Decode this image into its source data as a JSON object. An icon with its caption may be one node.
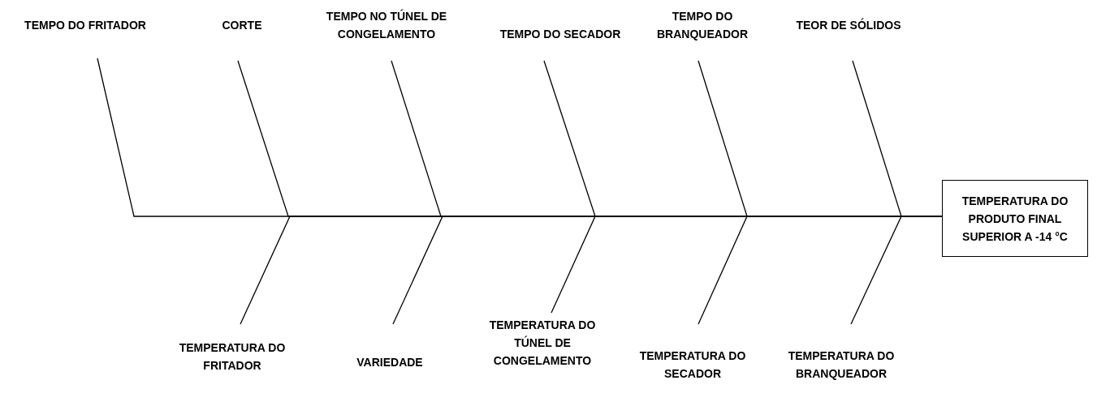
{
  "diagram": {
    "nodes": [
      {
        "text": [
          "TEMPO DO FRITADOR"
        ]
      },
      {
        "text": [
          "CORTE"
        ]
      },
      {
        "text": [
          "TEMPO NO TÚNEL DE CONGELAMENTO"
        ]
      },
      {
        "text": [
          "TEMPO DO SECADOR"
        ]
      },
      {
        "text": [
          "TEMPO DO BRANQUEADOR"
        ]
      },
      {
        "text": [
          "TEOR DE SÓLIDOS"
        ]
      },
      {
        "text": [
          "TEMPERATURA DO PRODUTO FINAL SUPERIOR A -14 °C"
        ]
      },
      {
        "text": [
          "TEMPERATURA DO FRITADOR"
        ]
      },
      {
        "text": [
          "VARIEDADE"
        ]
      },
      {
        "text": [
          "TEMPERATURA DO TÚNEL DE CONGELAMENTO"
        ]
      },
      {
        "text": [
          "TEMPERATURA DO SECADOR"
        ]
      },
      {
        "text": [
          "TEMPERATURA DO BRANQUEADOR"
        ]
      }
    ],
    "edges": [
      {
        "from": 0,
        "to": 6,
        "arrow": "none"
      },
      {
        "from": 1,
        "to": 6,
        "arrow": "none"
      },
      {
        "from": 2,
        "to": 6,
        "arrow": "none"
      },
      {
        "from": 3,
        "to": 6,
        "arrow": "none"
      },
      {
        "from": 4,
        "to": 6,
        "arrow": "none"
      },
      {
        "from": 5,
        "to": 6,
        "arrow": "none"
      },
      {
        "from": 7,
        "to": 6,
        "arrow": "none"
      },
      {
        "from": 8,
        "to": 6,
        "arrow": "none"
      },
      {
        "from": 9,
        "to": 6,
        "arrow": "none"
      },
      {
        "from": 10,
        "to": 6,
        "arrow": "none"
      },
      {
        "from": 11,
        "to": 6,
        "arrow": "none"
      }
    ]
  }
}
